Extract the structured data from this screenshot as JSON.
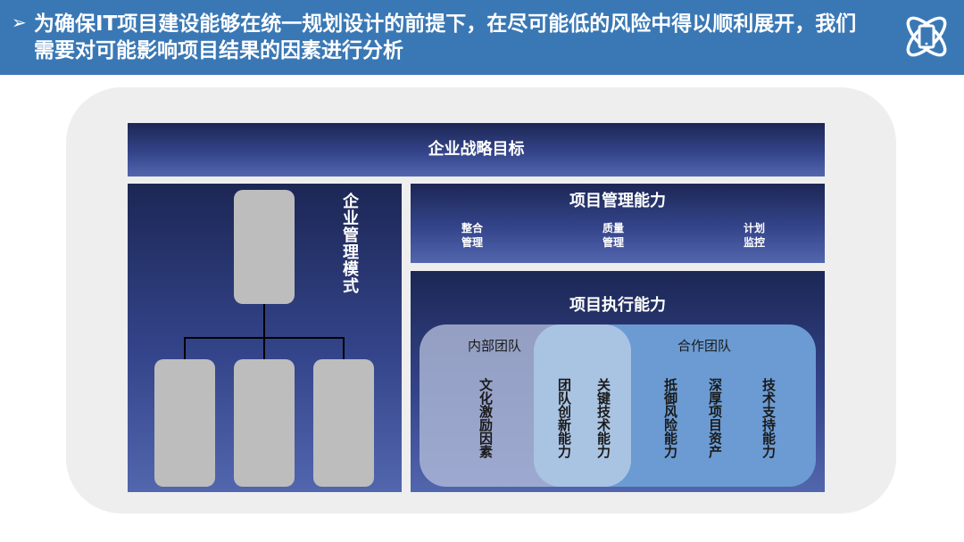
{
  "header": {
    "arrow": "➢",
    "title": "为确保IT项目建设能够在统一规划设计的前提下，在尽可能低的风险中得以顺利展开，我们需要对可能影响项目结果的因素进行分析",
    "icon": "atom-phone-icon"
  },
  "strategy": {
    "label": "企业战略目标"
  },
  "management_mode": {
    "label": "企业管理模式"
  },
  "pm_capability": {
    "title": "项目管理能力",
    "items": [
      {
        "line1": "整合",
        "line2": "管理"
      },
      {
        "line1": "质量",
        "line2": "管理"
      },
      {
        "line1": "计划",
        "line2": "监控"
      }
    ]
  },
  "execution": {
    "title": "项目执行能力",
    "internal_team": "内部团队",
    "partner_team": "合作团队",
    "factors": [
      "文化激励因素",
      "团队创新能力",
      "关键技术能力",
      "抵御风险能力",
      "深厚项目资产",
      "技术支持能力"
    ]
  },
  "colors": {
    "header_bg": "#3a78b5",
    "block_dark": "#1c2755",
    "block_light": "#5266ae",
    "partner_team": "#6b9bd2",
    "internal_team": "#b0bad8",
    "org_box": "#bdbdbd"
  }
}
